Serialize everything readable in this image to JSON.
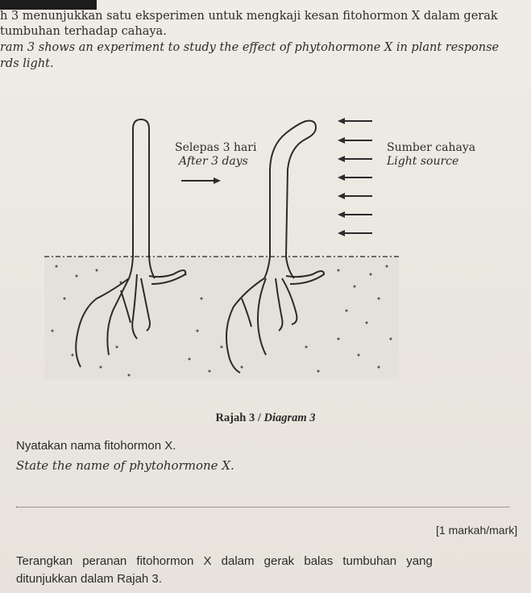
{
  "intro": {
    "line1": "h 3 menunjukkan satu eksperimen untuk mengkaji kesan fitohormon X dalam gerak",
    "line2": "tumbuhan terhadap cahaya.",
    "line3": "ram 3 shows an experiment to study the effect of phytohormone X in plant response",
    "line4": "rds light."
  },
  "diagram": {
    "after_ms": "Selepas 3 hari",
    "after_en": "After 3 days",
    "light_ms": "Sumber cahaya",
    "light_en": "Light source",
    "caption_ms": "Rajah 3 / ",
    "caption_en": "Diagram 3"
  },
  "question1": {
    "ms": "Nyatakan nama fitohormon X.",
    "en": "State the name of phytohormone X.",
    "mark": "[1 markah/mark]"
  },
  "question2": {
    "line1": "Terangkan peranan fitohormon X dalam gerak balas tumbuhan yang",
    "line2": "ditunjukkan dalam Rajah 3."
  }
}
